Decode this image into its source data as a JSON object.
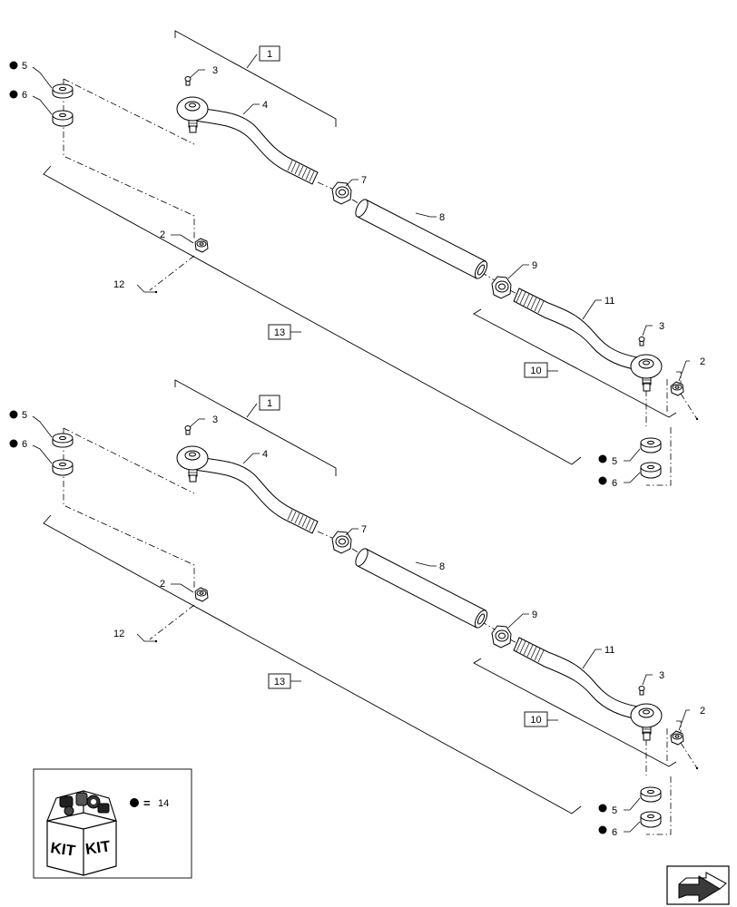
{
  "assemblies": [
    {
      "callouts": {
        "assembly": "1",
        "nut_left": "2",
        "grease_fitting_left": "3",
        "tie_rod_end_left": "4",
        "washer_left_top": "5",
        "washer_left_bottom": "6",
        "jam_nut_left": "7",
        "tube": "8",
        "jam_nut_right": "9",
        "right_end_assembly": "10",
        "tie_rod_end_right": "11",
        "cotter_pin": "12",
        "complete_assembly": "13",
        "grease_fitting_right": "3",
        "nut_right": "2",
        "washer_right_top": "5",
        "washer_right_bottom": "6"
      }
    },
    {
      "callouts": {
        "assembly": "1",
        "nut_left": "2",
        "grease_fitting_left": "3",
        "tie_rod_end_left": "4",
        "washer_left_top": "5",
        "washer_left_bottom": "6",
        "jam_nut_left": "7",
        "tube": "8",
        "jam_nut_right": "9",
        "right_end_assembly": "10",
        "tie_rod_end_right": "11",
        "cotter_pin": "12",
        "complete_assembly": "13",
        "grease_fitting_right": "3",
        "nut_right": "2",
        "washer_right_top": "5",
        "washer_right_bottom": "6"
      }
    }
  ],
  "legend": {
    "kit_word_1": "KIT",
    "kit_word_2": "KIT",
    "equals": "=",
    "kit_number": "14"
  },
  "icons": {
    "kit_box": "kit-box-icon",
    "next_page": "next-page-arrow-icon",
    "kit_marker": "filled-circle-icon"
  },
  "colors": {
    "line": "#000000",
    "background": "#ffffff",
    "arrow_fill": "#3a3a3a"
  }
}
